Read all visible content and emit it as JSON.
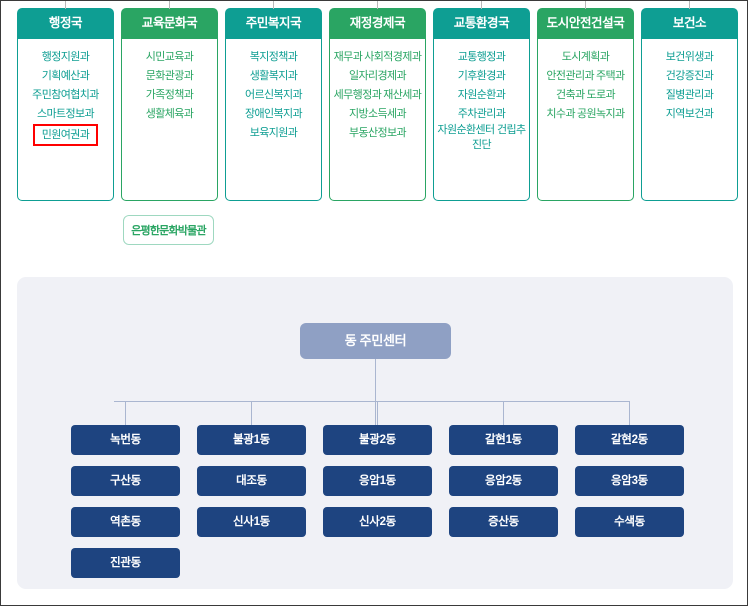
{
  "colors": {
    "teal": "#0e9e93",
    "green": "#2aa563",
    "navy": "#1e4480",
    "periwinkle": "#8fa0c4",
    "panel_bg": "#f0f1f6",
    "connector": "#aab6d0",
    "highlight": "#ff0000"
  },
  "bureaus": [
    {
      "name": "행정국",
      "accent": "teal",
      "departments": [
        {
          "label": "행정지원과",
          "highlighted": false
        },
        {
          "label": "기획예산과",
          "highlighted": false
        },
        {
          "label": "주민참여협치과",
          "highlighted": false
        },
        {
          "label": "스마트정보과",
          "highlighted": false
        },
        {
          "label": "민원여권과",
          "highlighted": true
        }
      ]
    },
    {
      "name": "교육문화국",
      "accent": "green",
      "departments": [
        {
          "label": "시민교육과",
          "highlighted": false
        },
        {
          "label": "문화관광과",
          "highlighted": false
        },
        {
          "label": "가족정책과",
          "highlighted": false
        },
        {
          "label": "생활체육과",
          "highlighted": false
        }
      ]
    },
    {
      "name": "주민복지국",
      "accent": "teal",
      "departments": [
        {
          "label": "복지정책과",
          "highlighted": false
        },
        {
          "label": "생활복지과",
          "highlighted": false
        },
        {
          "label": "어르신복지과",
          "highlighted": false
        },
        {
          "label": "장애인복지과",
          "highlighted": false
        },
        {
          "label": "보육지원과",
          "highlighted": false
        }
      ]
    },
    {
      "name": "재정경제국",
      "accent": "green",
      "departments": [
        {
          "label": "재무과",
          "highlighted": false
        },
        {
          "label": "사회적경제과",
          "highlighted": false
        },
        {
          "label": "일자리경제과",
          "highlighted": false
        },
        {
          "label": "세무행정과",
          "highlighted": false
        },
        {
          "label": "재산세과",
          "highlighted": false
        },
        {
          "label": "지방소득세과",
          "highlighted": false
        },
        {
          "label": "부동산정보과",
          "highlighted": false
        }
      ]
    },
    {
      "name": "교통환경국",
      "accent": "teal",
      "departments": [
        {
          "label": "교통행정과",
          "highlighted": false
        },
        {
          "label": "기후환경과",
          "highlighted": false
        },
        {
          "label": "자원순환과",
          "highlighted": false
        },
        {
          "label": "주차관리과",
          "highlighted": false
        },
        {
          "label": "자원순환센터 건립추진단",
          "highlighted": false,
          "two_line": true
        }
      ]
    },
    {
      "name": "도시안전건설국",
      "accent": "green",
      "departments": [
        {
          "label": "도시계획과",
          "highlighted": false
        },
        {
          "label": "안전관리과",
          "highlighted": false
        },
        {
          "label": "주택과",
          "highlighted": false
        },
        {
          "label": "건축과",
          "highlighted": false
        },
        {
          "label": "도로과",
          "highlighted": false
        },
        {
          "label": "치수과",
          "highlighted": false
        },
        {
          "label": "공원녹지과",
          "highlighted": false
        }
      ]
    },
    {
      "name": "보건소",
      "accent": "teal",
      "departments": [
        {
          "label": "보건위생과",
          "highlighted": false
        },
        {
          "label": "건강증진과",
          "highlighted": false
        },
        {
          "label": "질병관리과",
          "highlighted": false
        },
        {
          "label": "지역보건과",
          "highlighted": false
        }
      ]
    }
  ],
  "museum": {
    "label": "은평한문화박물관"
  },
  "dong_section": {
    "center_label": "동 주민센터",
    "dongs": [
      [
        "녹번동",
        "불광1동",
        "불광2동",
        "갈현1동",
        "갈현2동"
      ],
      [
        "구산동",
        "대조동",
        "응암1동",
        "응암2동",
        "응암3동"
      ],
      [
        "역촌동",
        "신사1동",
        "신사2동",
        "증산동",
        "수색동"
      ],
      [
        "진관동"
      ]
    ]
  }
}
